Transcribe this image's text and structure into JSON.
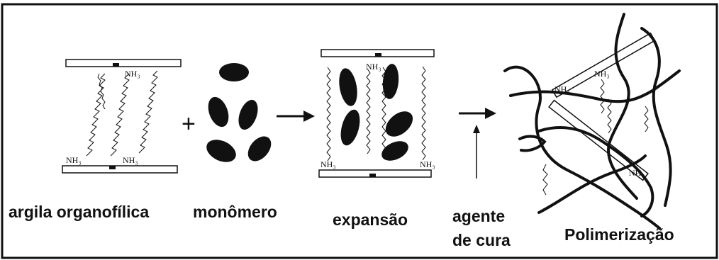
{
  "labels": {
    "clay": "argila organofílica",
    "monomer": "monômero",
    "expansion": "expansão",
    "curing_agent_line1": "agente",
    "curing_agent_line2": "de cura",
    "polymerization": "Polimerização"
  },
  "chem": {
    "amine_top": "NH₃",
    "amine_bottom": "NH₃"
  },
  "symbols": {
    "plus": "+"
  },
  "colors": {
    "ink": "#111111",
    "background": "#ffffff"
  }
}
